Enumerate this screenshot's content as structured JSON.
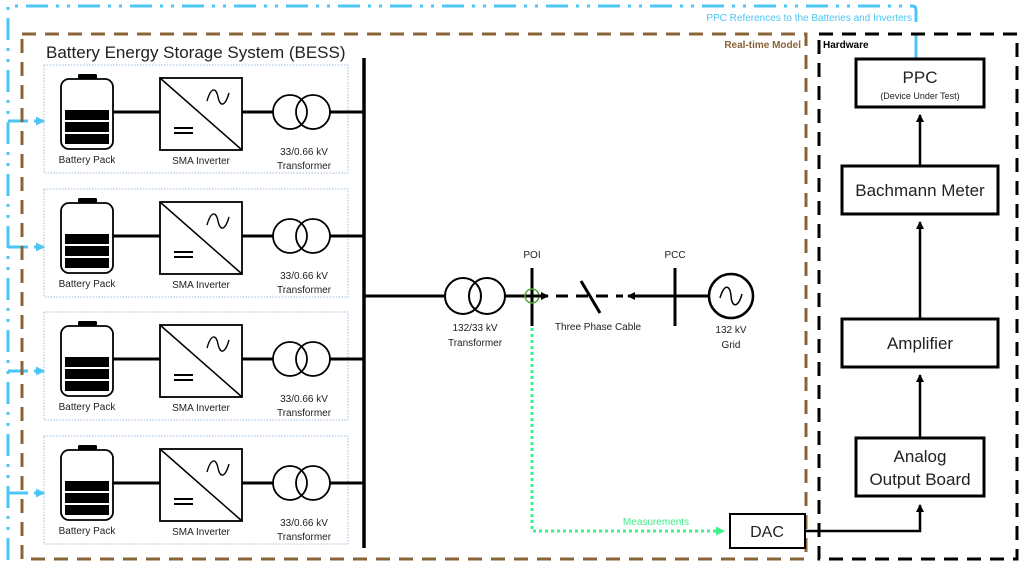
{
  "title": "Battery Energy Storage System (BESS)",
  "regions": {
    "realtime_model": "Real-time Model",
    "hardware": "Hardware"
  },
  "signals": {
    "ppc_references": "PPC References to the Batteries and Inverters",
    "measurements": "Measurements"
  },
  "bess_units": [
    {
      "battery": "Battery Pack",
      "inverter": "SMA Inverter",
      "transformer_rating": "33/0.66 kV",
      "transformer": "Transformer"
    },
    {
      "battery": "Battery Pack",
      "inverter": "SMA Inverter",
      "transformer_rating": "33/0.66 kV",
      "transformer": "Transformer"
    },
    {
      "battery": "Battery Pack",
      "inverter": "SMA Inverter",
      "transformer_rating": "33/0.66 kV",
      "transformer": "Transformer"
    },
    {
      "battery": "Battery Pack",
      "inverter": "SMA Inverter",
      "transformer_rating": "33/0.66 kV",
      "transformer": "Transformer"
    }
  ],
  "network": {
    "main_transformer_rating": "132/33 kV",
    "main_transformer": "Transformer",
    "poi": "POI",
    "pcc": "PCC",
    "cable": "Three Phase Cable",
    "grid_rating": "132 kV",
    "grid": "Grid"
  },
  "hardware_blocks": {
    "ppc": "PPC",
    "ppc_sub": "(Device Under Test)",
    "meter": "Bachmann Meter",
    "amplifier": "Amplifier",
    "analog_line1": "Analog",
    "analog_line2": "Output Board",
    "dac": "DAC"
  },
  "colors": {
    "ppc_signal": "#4cc6f5",
    "measurement_signal": "#3cf08a",
    "realtime_border": "#8a6438",
    "hardware_border": "#000000",
    "poi_marker": "#5aa83a"
  }
}
